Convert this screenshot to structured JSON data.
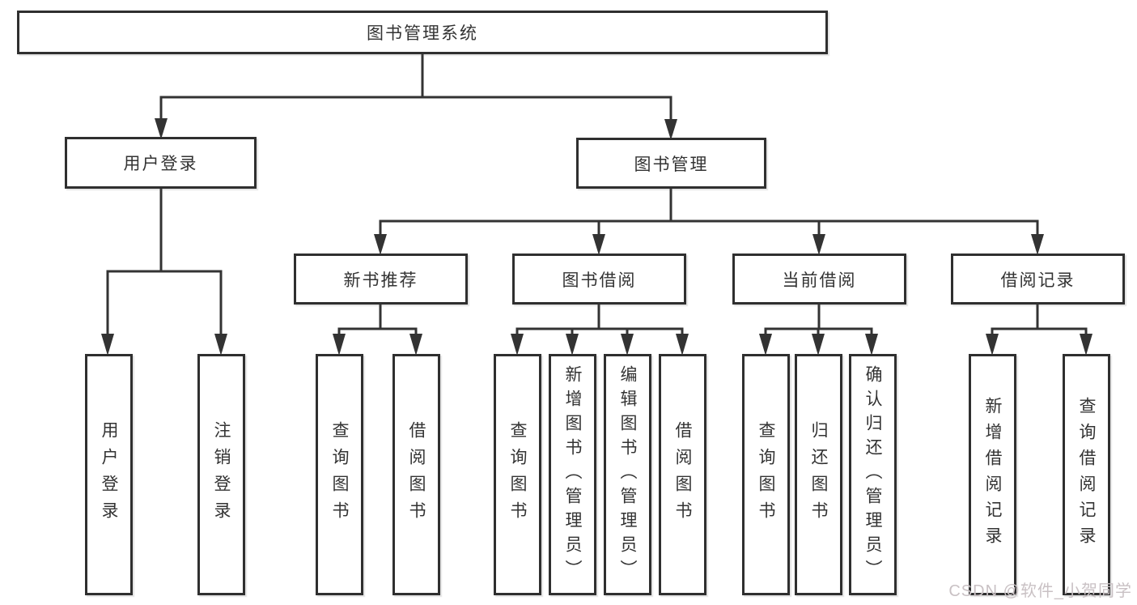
{
  "diagram": {
    "root": {
      "label": "图书管理系统"
    },
    "branches": [
      {
        "label": "用户登录",
        "children": [
          {
            "label": "用户登录"
          },
          {
            "label": "注销登录"
          }
        ]
      },
      {
        "label": "图书管理",
        "children": [
          {
            "label": "新书推荐",
            "children": [
              {
                "label": "查询图书"
              },
              {
                "label": "借阅图书"
              }
            ]
          },
          {
            "label": "图书借阅",
            "children": [
              {
                "label": "查询图书"
              },
              {
                "label": "新增图书（管理员）"
              },
              {
                "label": "编辑图书（管理员）"
              },
              {
                "label": "借阅图书"
              }
            ]
          },
          {
            "label": "当前借阅",
            "children": [
              {
                "label": "查询图书"
              },
              {
                "label": "归还图书"
              },
              {
                "label": "确认归还（管理员）"
              }
            ]
          },
          {
            "label": "借阅记录",
            "children": [
              {
                "label": "新增借阅记录"
              },
              {
                "label": "查询借阅记录"
              }
            ]
          }
        ]
      }
    ]
  },
  "watermark": {
    "text": "CSDN @软件_小贺同学"
  },
  "colors": {
    "line": "#333333",
    "box_border": "#2f2f2f",
    "box_fill": "#ffffff",
    "text": "#333333",
    "watermark": "#c9c1c4"
  }
}
